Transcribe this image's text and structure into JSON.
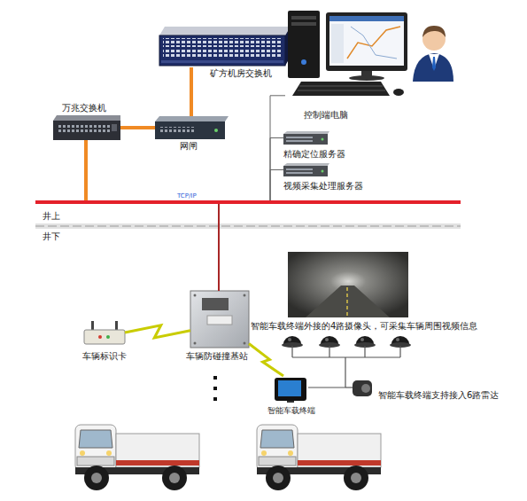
{
  "diagram": {
    "nodes": [
      {
        "text": [
          "矿方机房交换机"
        ]
      },
      {
        "text": [
          "控制端电脑"
        ]
      },
      {
        "text": [
          "万兆交换机"
        ]
      },
      {
        "text": [
          "网闸"
        ]
      },
      {
        "text": [
          "精确定位服务器"
        ]
      },
      {
        "text": [
          "视频采集处理服务器"
        ]
      },
      {
        "text": [
          "TCP/IP"
        ]
      },
      {
        "text": [
          "车辆标识卡"
        ]
      },
      {
        "text": [
          "车辆防碰撞基站"
        ]
      },
      {
        "text": [
          "智能车载终端"
        ]
      }
    ],
    "edges": [
      {
        "from": 2,
        "to": 3,
        "arrow": "none"
      },
      {
        "from": 3,
        "to": 0,
        "arrow": "none"
      },
      {
        "from": 2,
        "to": 6,
        "arrow": "none"
      },
      {
        "from": 6,
        "to": 1,
        "arrow": "none"
      },
      {
        "from": 6,
        "to": 4,
        "arrow": "none"
      },
      {
        "from": 6,
        "to": 5,
        "arrow": "none"
      },
      {
        "from": 6,
        "to": 8,
        "arrow": "none"
      },
      {
        "from": 7,
        "to": 8,
        "arrow": "none"
      },
      {
        "from": 8,
        "to": 9,
        "arrow": "none"
      }
    ],
    "labels": [
      "井上",
      "井下",
      "智能车载终端外接的4路摄像头，可采集车辆周围视频信息",
      "智能车载终端支持接入6路雷达"
    ]
  }
}
